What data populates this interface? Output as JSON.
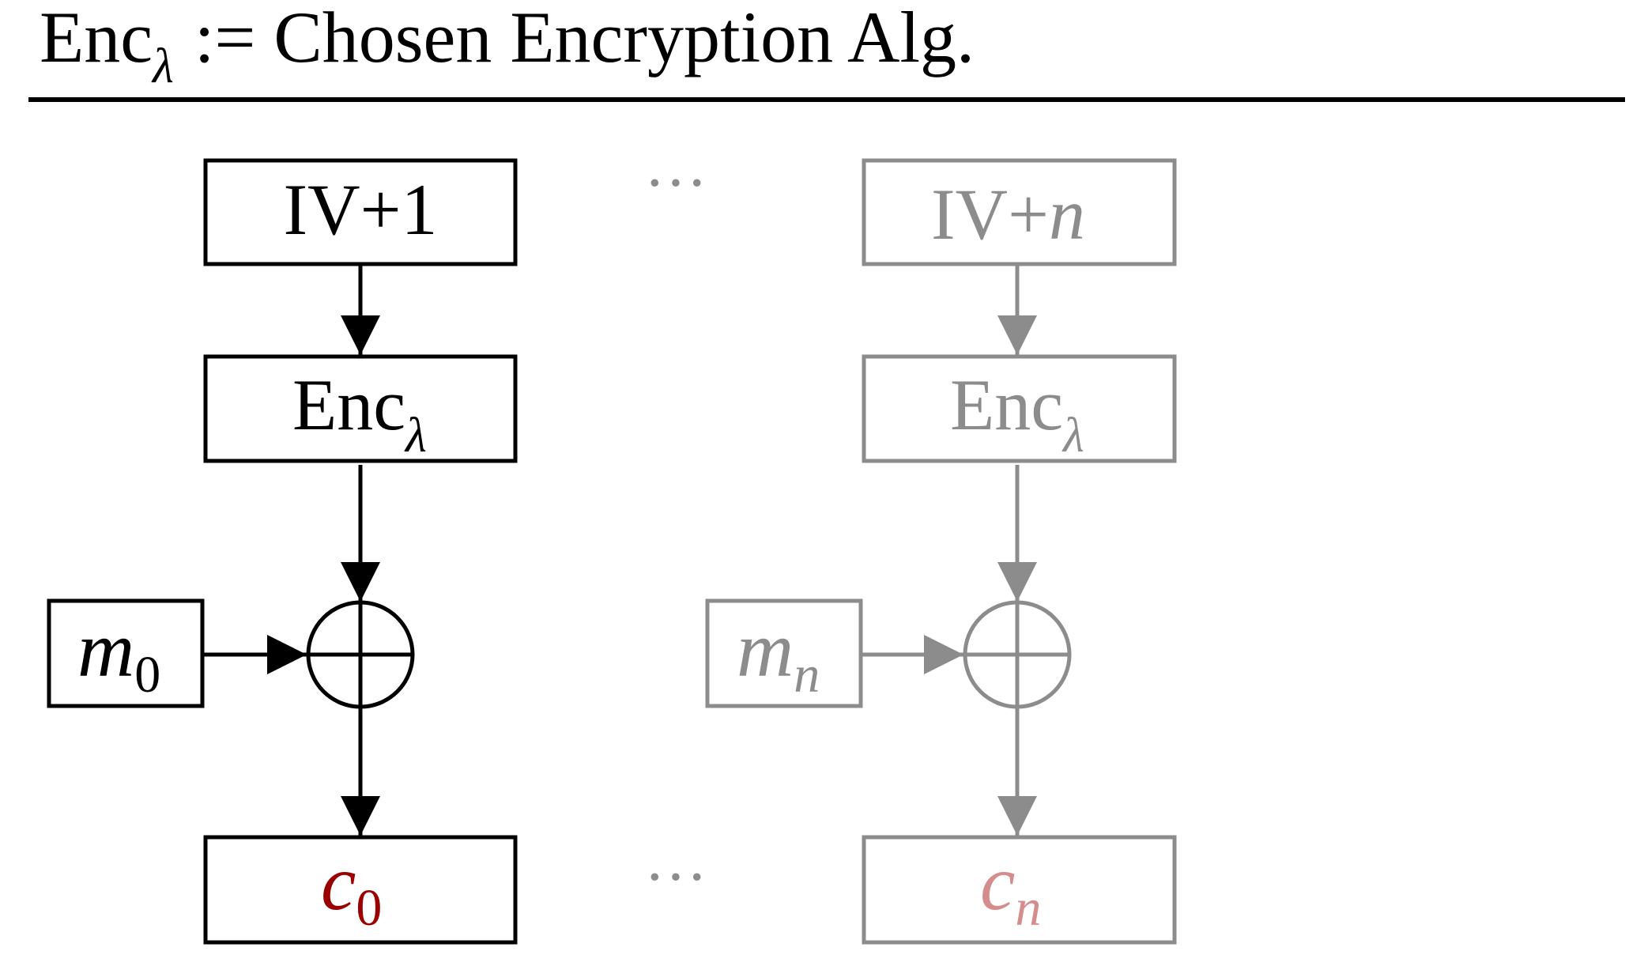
{
  "colors": {
    "black": "#000000",
    "gray": "#8c8c8c",
    "cipher_red": "#9b0000",
    "cipher_pink": "#d48c8c"
  },
  "header": {
    "enc": "Enc",
    "lambda": "λ",
    "rest": ":= Chosen Encryption Alg."
  },
  "left_chain": {
    "iv_label": "IV+1",
    "enc": "Enc",
    "lambda": "λ",
    "msg": "m",
    "msg_sub": "0",
    "cipher": "c",
    "cipher_sub": "0"
  },
  "right_chain": {
    "iv_prefix": "IV+",
    "iv_n": "n",
    "enc": "Enc",
    "lambda": "λ",
    "msg": "m",
    "msg_sub": "n",
    "cipher": "c",
    "cipher_sub": "n"
  },
  "ellipsis": "···"
}
